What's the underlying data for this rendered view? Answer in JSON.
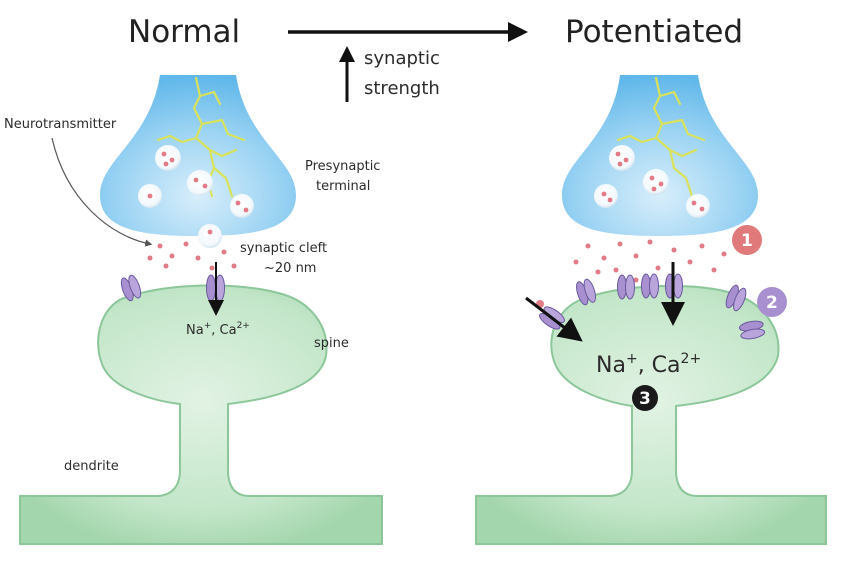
{
  "header": {
    "left_title": "Normal",
    "right_title": "Potentiated",
    "arrow_label_line1": "synaptic",
    "arrow_label_line2": "strength"
  },
  "normal": {
    "neurotransmitter_label": "Neurotransmitter",
    "presynaptic_line1": "Presynaptic",
    "presynaptic_line2": "terminal",
    "cleft_line1": "synaptic cleft",
    "cleft_line2": "~20 nm",
    "ion_na": "Na",
    "ion_na_sup": "+",
    "ion_sep": ", Ca",
    "ion_ca_sup": "2+",
    "spine_label": "spine",
    "dendrite_label": "dendrite"
  },
  "potentiated": {
    "ion_na": "Na",
    "ion_na_sup": "+",
    "ion_sep": ", Ca",
    "ion_ca_sup": "2+",
    "badges": [
      "1",
      "2",
      "3"
    ]
  },
  "colors": {
    "terminal_blue": "#7cc6ef",
    "spine_green": "#bfe3c6",
    "spine_outline": "#8cc79a",
    "neurotransmitter_pink": "#e27b86",
    "receptor_purple": "#a78fd0",
    "badge1": "#e07a7a",
    "badge2": "#a78fd0",
    "badge3": "#1a1a1a",
    "filament_yellow": "#d9e25a"
  }
}
